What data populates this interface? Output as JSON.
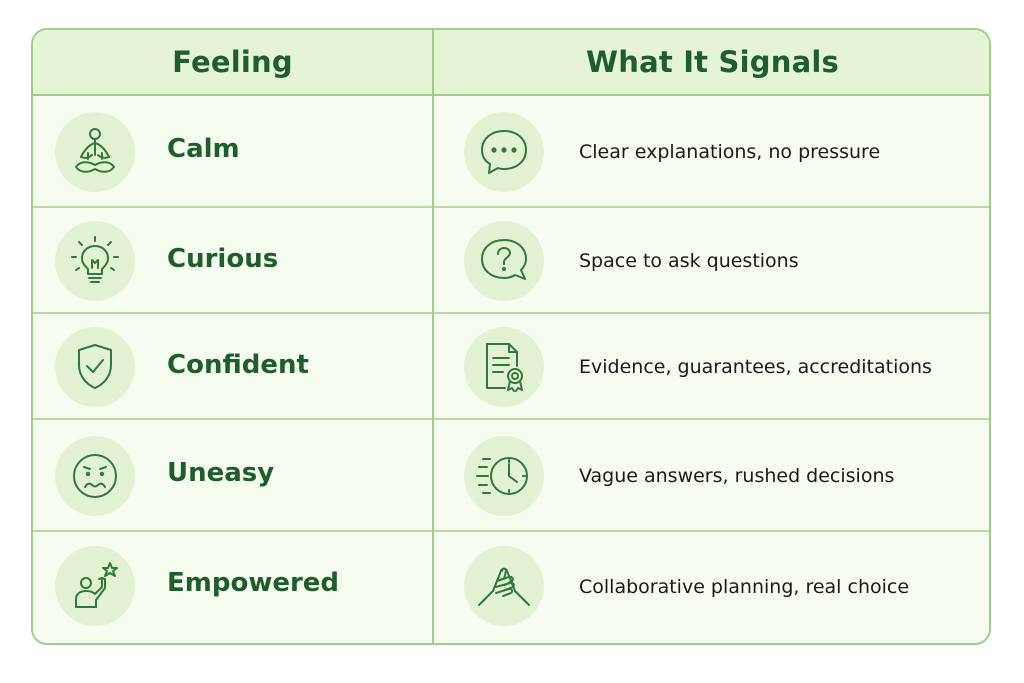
{
  "header": {
    "feeling": "Feeling",
    "signal": "What It Signals"
  },
  "rows": [
    {
      "feeling": "Calm",
      "signal": "Clear explanations, no pressure",
      "feeling_icon": "meditation-icon",
      "signal_icon": "speech-bubble-icon"
    },
    {
      "feeling": "Curious",
      "signal": "Space to ask questions",
      "feeling_icon": "lightbulb-icon",
      "signal_icon": "question-bubble-icon"
    },
    {
      "feeling": "Confident",
      "signal": "Evidence, guarantees, accreditations",
      "feeling_icon": "shield-check-icon",
      "signal_icon": "certificate-icon"
    },
    {
      "feeling": "Uneasy",
      "signal": "Vague answers, rushed decisions",
      "feeling_icon": "worried-face-icon",
      "signal_icon": "fast-clock-icon"
    },
    {
      "feeling": "Empowered",
      "signal": "Collaborative planning, real choice",
      "feeling_icon": "raised-hand-star-icon",
      "signal_icon": "handshake-icon"
    }
  ],
  "colors": {
    "accent": "#1d5e2b",
    "border": "#9fcd8a",
    "header_bg": "#e6f4d6",
    "row_bg": "#f7fcf1",
    "icon_bg": "#e3f2d3"
  }
}
